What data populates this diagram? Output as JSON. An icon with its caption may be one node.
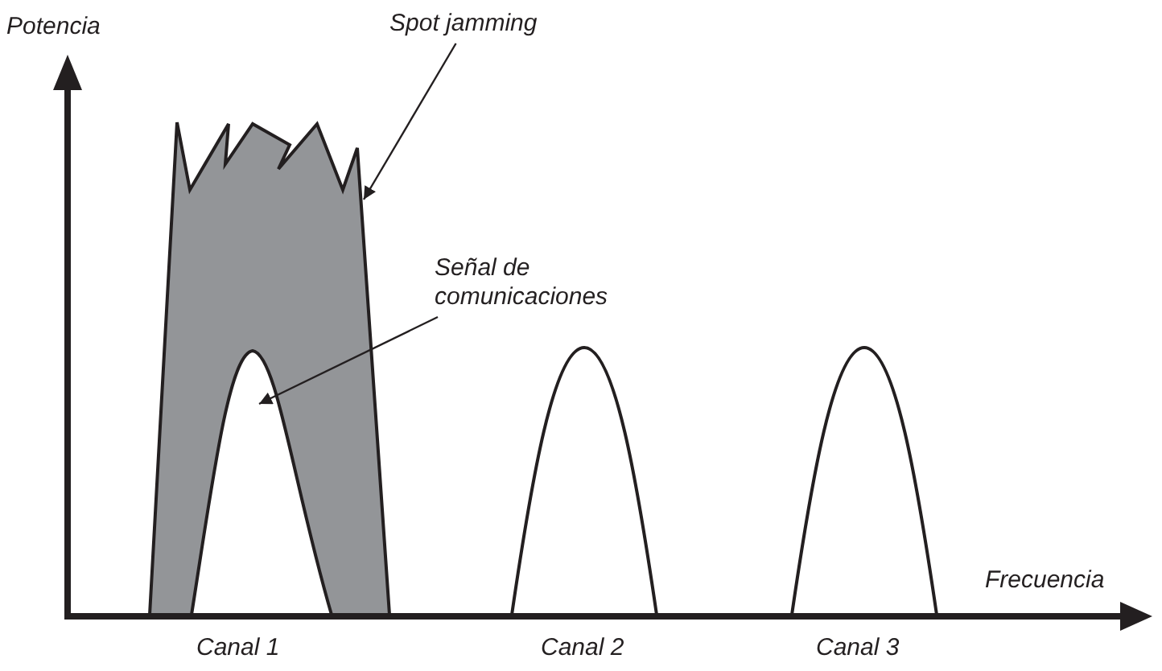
{
  "diagram": {
    "nodes": [
      {
        "text": [
          "Spot jamming"
        ]
      },
      {
        "text": [],
        "shape": "band"
      },
      {
        "text": [
          "Señal de comunicaciones"
        ]
      },
      {
        "text": [],
        "shape": "curve",
        "in": 1
      },
      {
        "text": [],
        "shape": "curve"
      },
      {
        "text": [],
        "shape": "curve"
      }
    ],
    "edges": [
      {
        "from": 0,
        "to": 1,
        "arrow": "to"
      },
      {
        "from": 2,
        "to": 3,
        "arrow": "to"
      }
    ],
    "labels": [
      "Potencia",
      "Frecuencia",
      "Canal 1",
      "Canal 2",
      "Canal 3"
    ]
  }
}
